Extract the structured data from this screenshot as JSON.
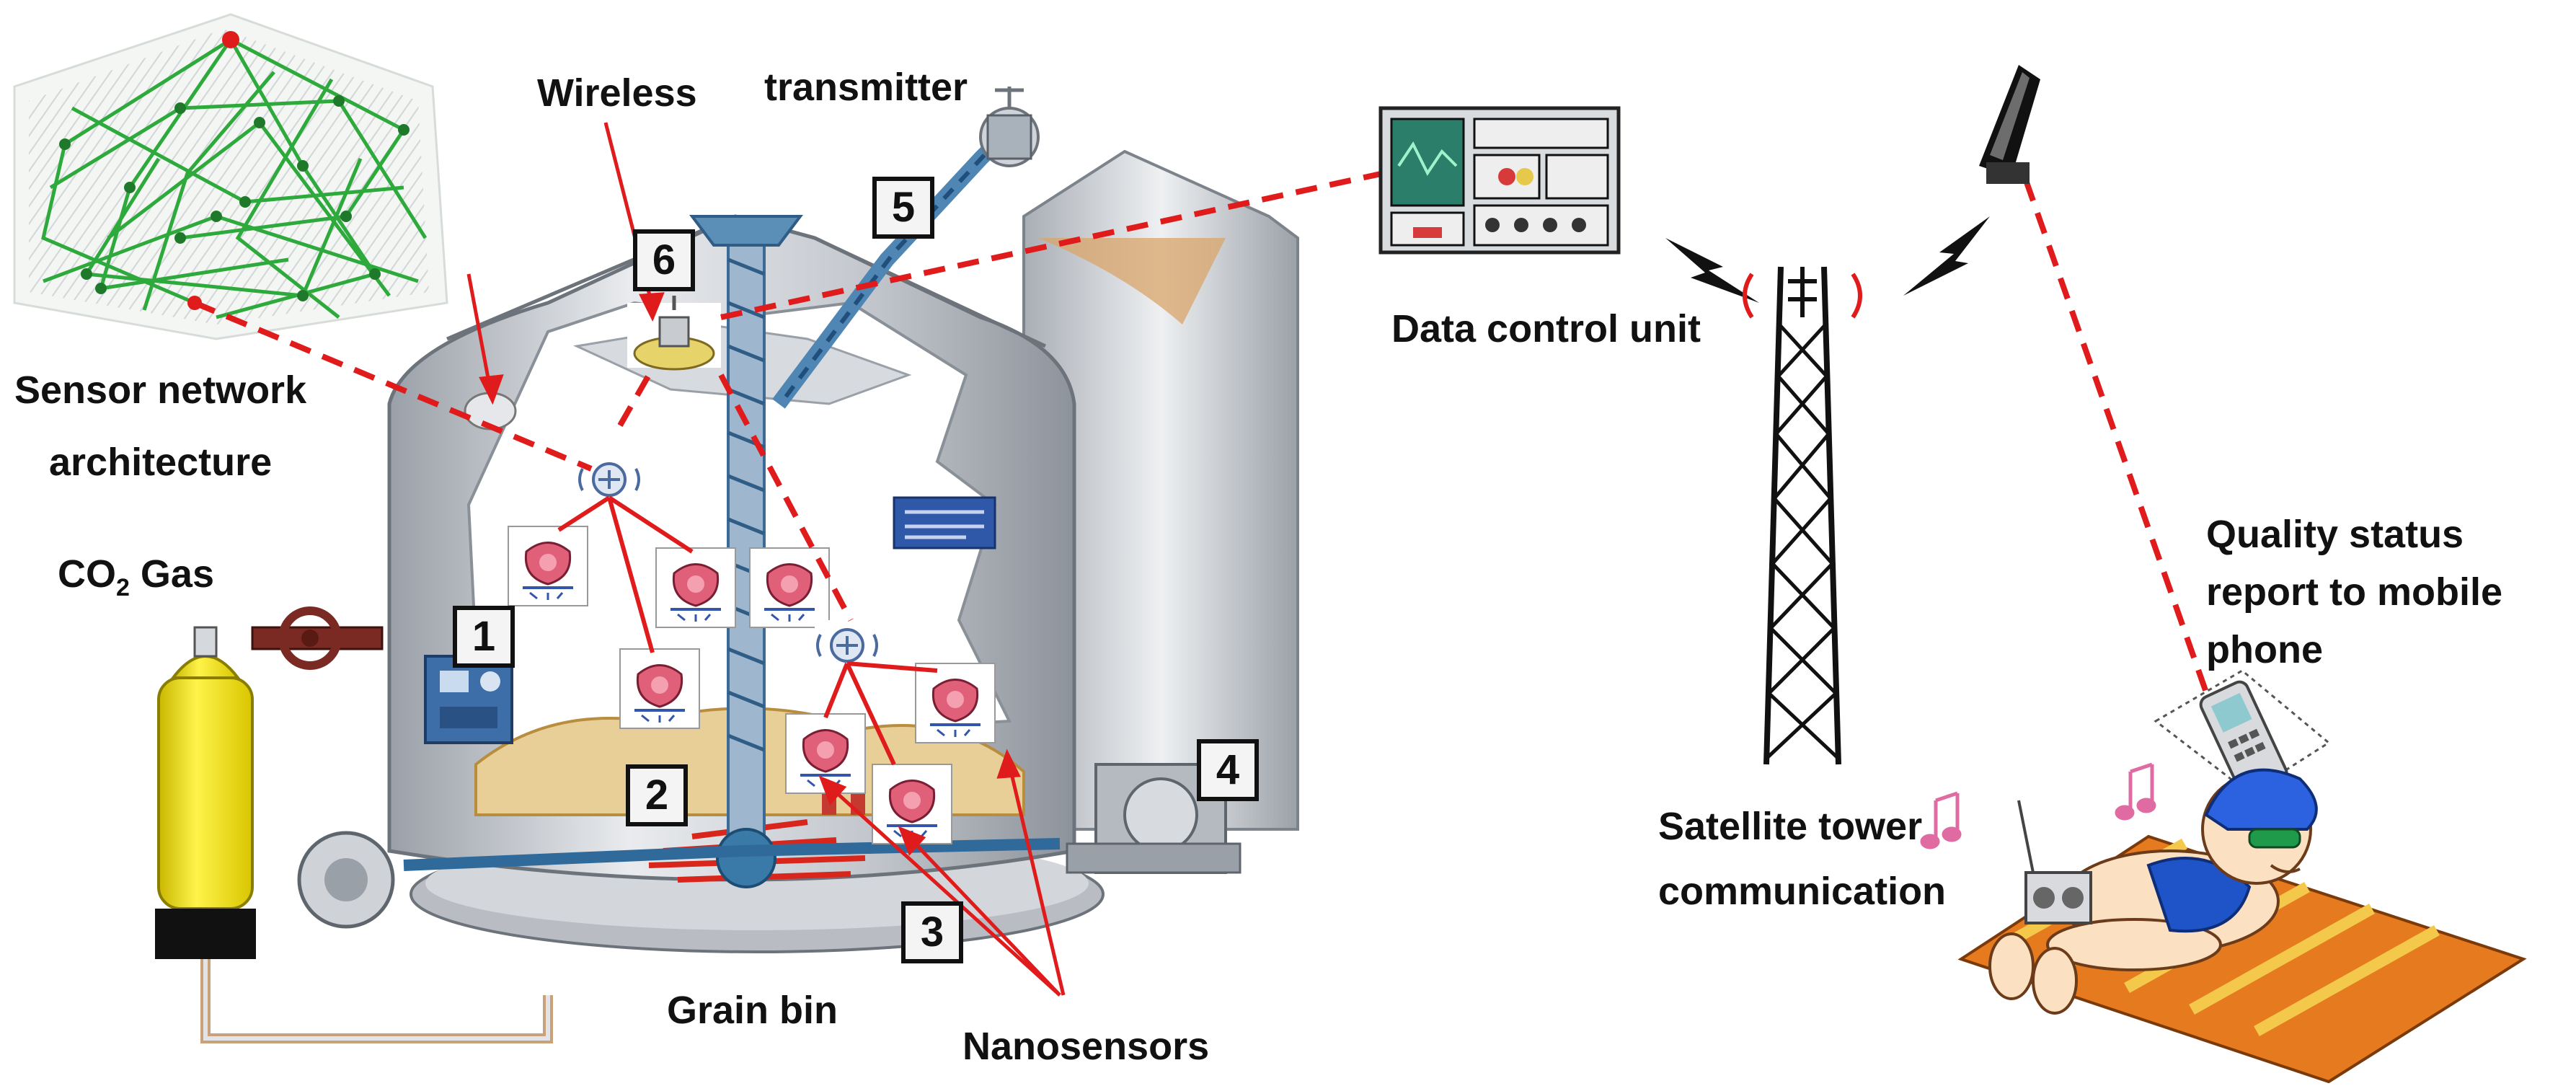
{
  "labels": {
    "wireless": "Wireless",
    "transmitter": "transmitter",
    "sensor_network_line1": "Sensor network",
    "sensor_network_line2": "architecture",
    "co2_main": "CO",
    "co2_sub": "2",
    "co2_rest": " Gas",
    "data_control_unit": "Data control unit",
    "satellite_line1": "Satellite tower",
    "satellite_line2": "communication",
    "quality_line1": "Quality status",
    "quality_line2": "report to mobile",
    "quality_line3": "phone",
    "grain_bin": "Grain bin",
    "nanosensors": "Nanosensors"
  },
  "markers": [
    "1",
    "2",
    "3",
    "4",
    "5",
    "6"
  ],
  "colors": {
    "link_red": "#e01b1b",
    "mesh_green": "#2eaa3c",
    "silo_steel": "#c9ccd2",
    "gas_yellow": "#f2e600",
    "grain": "#e8cf98"
  },
  "icons": [
    "sensor-network-diagram-icon",
    "grain-silo-icon",
    "co2-cylinder-icon",
    "data-control-panel-icon",
    "transmission-tower-icon",
    "mobile-phone-icon",
    "sunbather-icon",
    "nanosensor-icon",
    "wireless-node-icon"
  ]
}
